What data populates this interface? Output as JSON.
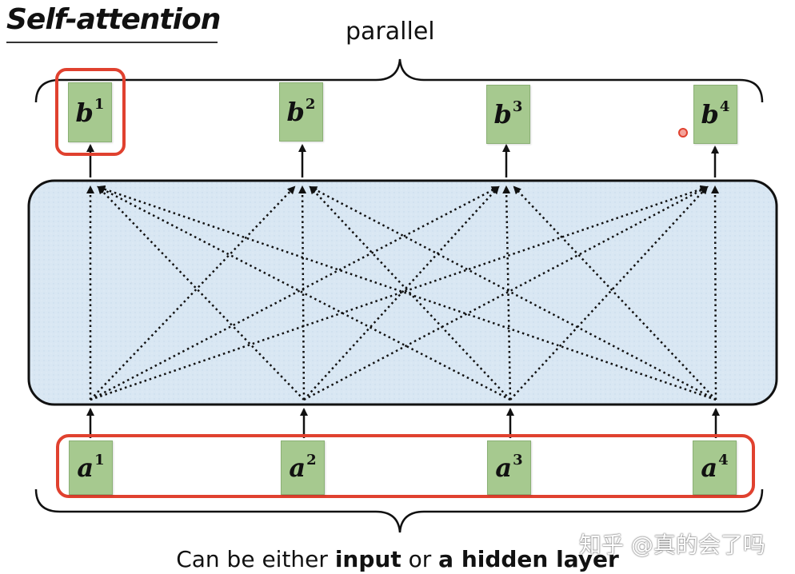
{
  "title": "Self-attention",
  "top_brace_label": "parallel",
  "bottom_caption": {
    "prefix": "Can be either ",
    "bold1": "input",
    "middle": " or ",
    "bold2": "a hidden layer"
  },
  "outputs": [
    {
      "letter": "b",
      "sup": "1"
    },
    {
      "letter": "b",
      "sup": "2"
    },
    {
      "letter": "b",
      "sup": "3"
    },
    {
      "letter": "b",
      "sup": "4"
    }
  ],
  "inputs": [
    {
      "letter": "a",
      "sup": "1"
    },
    {
      "letter": "a",
      "sup": "2"
    },
    {
      "letter": "a",
      "sup": "3"
    },
    {
      "letter": "a",
      "sup": "4"
    }
  ],
  "watermark": "知乎 @真的会了吗",
  "colors": {
    "highlight": "#e0412f",
    "node_fill": "#a6c98f",
    "layer_fill": "#d7e6f2"
  }
}
